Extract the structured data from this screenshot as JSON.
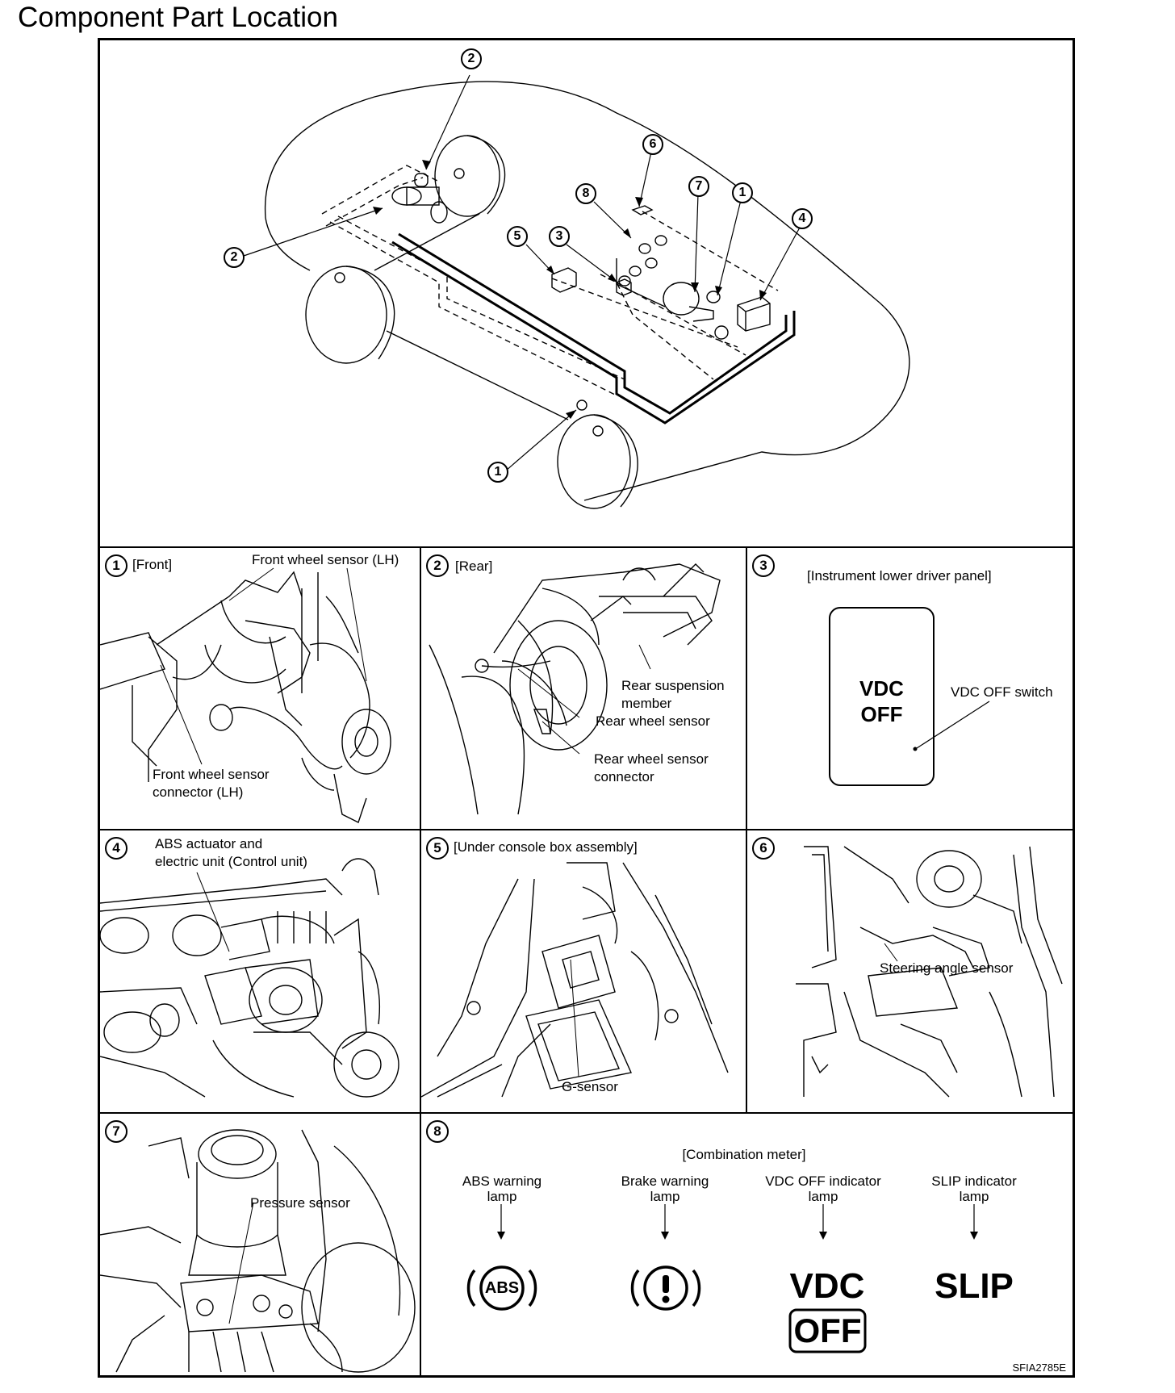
{
  "page": {
    "title": "Component Part Location",
    "ref_code": "SFIA2785E"
  },
  "overview": {
    "callouts": [
      "2",
      "2",
      "6",
      "8",
      "7",
      "1",
      "4",
      "5",
      "3",
      "1"
    ]
  },
  "panels": {
    "p1": {
      "number": "1",
      "tag": "[Front]",
      "labels": [
        "Front wheel sensor  (LH)",
        "Front wheel sensor",
        "connector (LH)"
      ]
    },
    "p2": {
      "number": "2",
      "tag": "[Rear]",
      "labels": [
        "Rear suspension",
        "member",
        "Rear wheel sensor",
        "Rear wheel sensor",
        "connector"
      ]
    },
    "p3": {
      "number": "3",
      "tag": "[Instrument lower driver panel]",
      "switch_text": [
        "VDC",
        "OFF"
      ],
      "labels": [
        "VDC OFF switch"
      ]
    },
    "p4": {
      "number": "4",
      "labels": [
        "ABS actuator and",
        "electric unit (Control unit)"
      ]
    },
    "p5": {
      "number": "5",
      "tag": "[Under console box assembly]",
      "labels": [
        "G-sensor"
      ]
    },
    "p6": {
      "number": "6",
      "labels": [
        "Steering angle sensor"
      ]
    },
    "p7": {
      "number": "7",
      "labels": [
        "Pressure sensor"
      ]
    },
    "p8": {
      "number": "8",
      "tag": "[Combination meter]",
      "lamps": [
        {
          "label1": "ABS warning",
          "label2": "lamp",
          "icon": "ABS"
        },
        {
          "label1": "Brake warning",
          "label2": "lamp",
          "icon": "!"
        },
        {
          "label1": "VDC OFF indicator",
          "label2": "lamp",
          "icon_top": "VDC",
          "icon_bottom": "OFF"
        },
        {
          "label1": "SLIP indicator",
          "label2": "lamp",
          "icon": "SLIP"
        }
      ]
    }
  }
}
